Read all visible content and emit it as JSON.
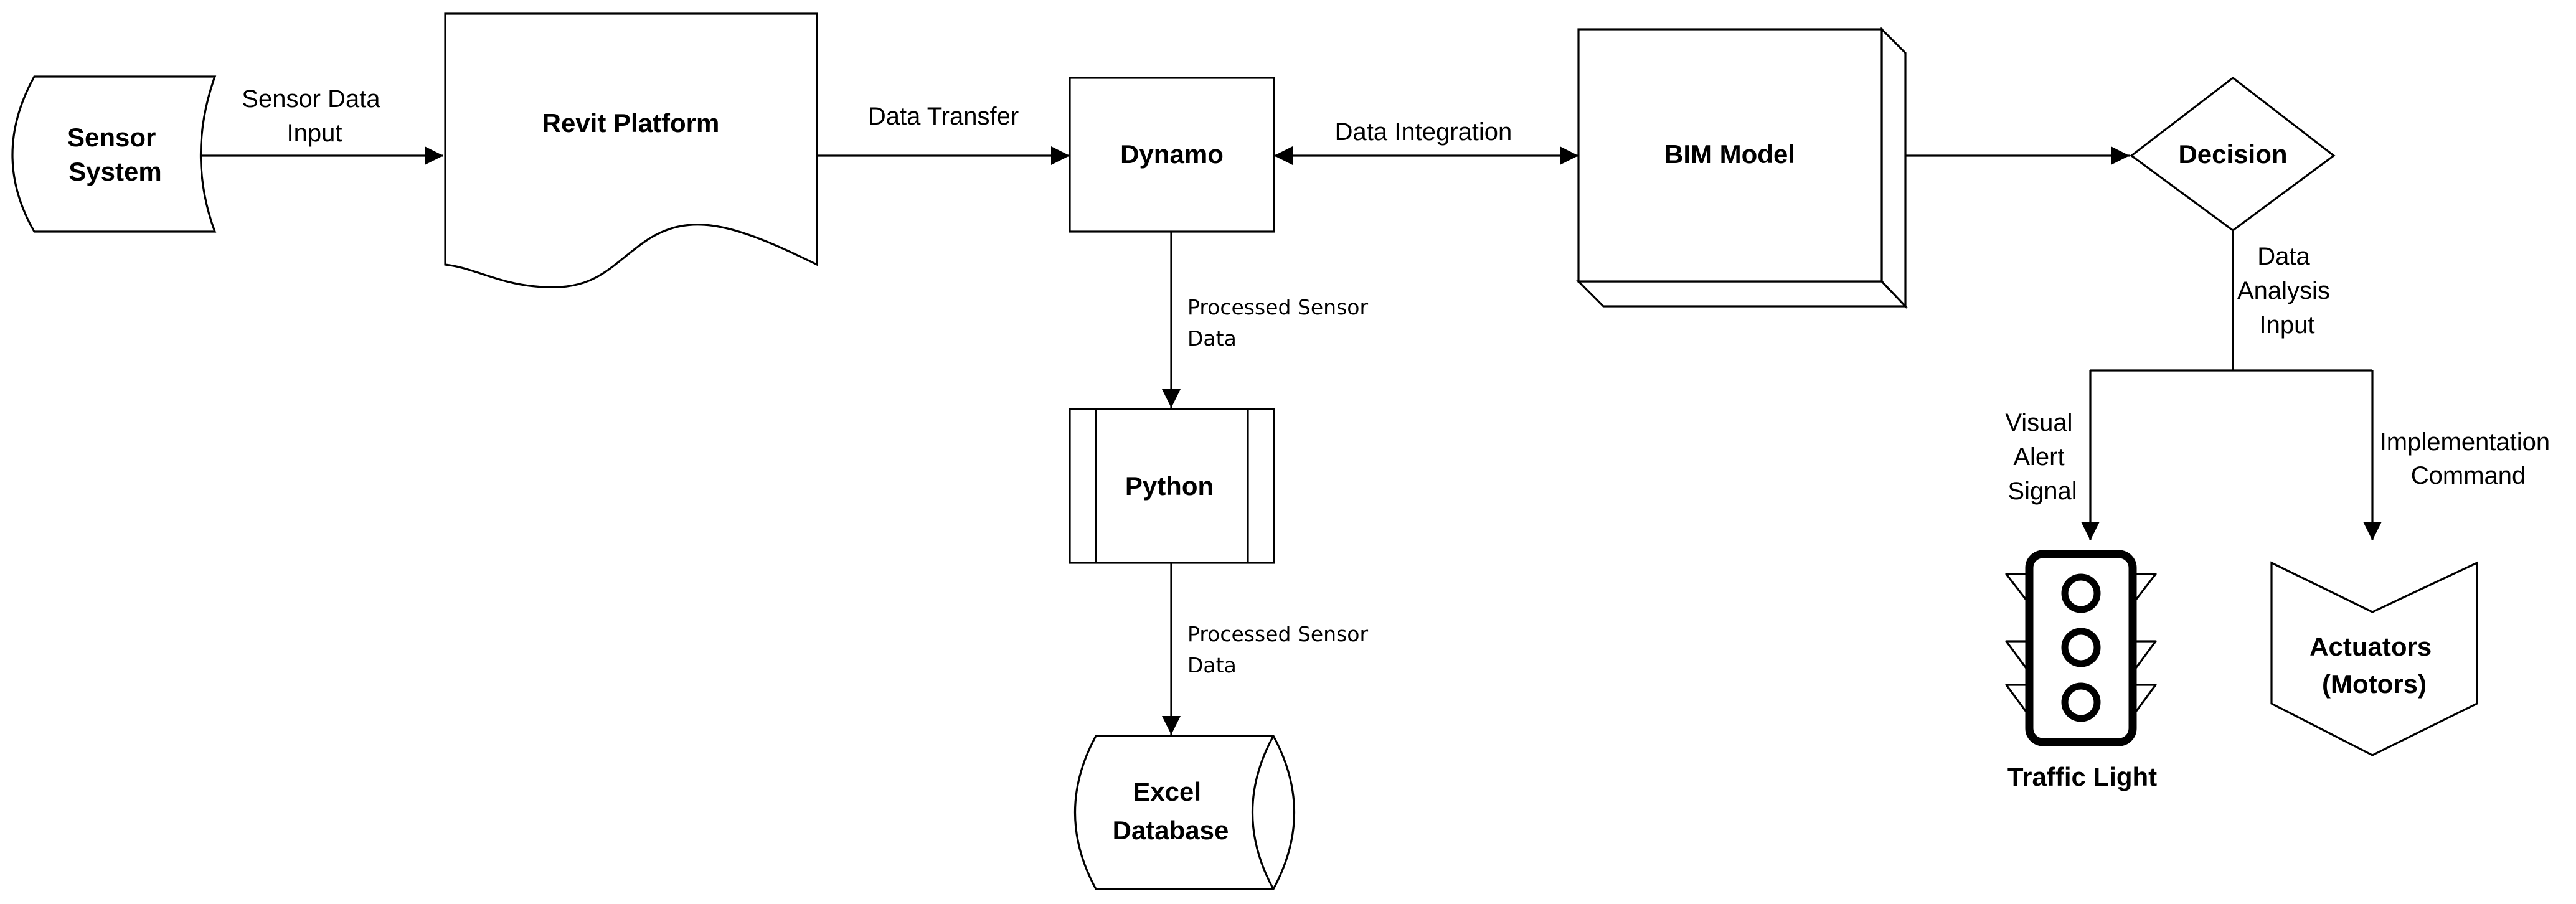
{
  "nodes": {
    "sensor_system": [
      "Sensor",
      "System"
    ],
    "revit_platform": "Revit Platform",
    "dynamo": "Dynamo",
    "bim_model": "BIM Model",
    "decision": "Decision",
    "python": "Python",
    "excel_database": [
      "Excel",
      "Database"
    ],
    "traffic_light": "Traffic Light",
    "actuators": [
      "Actuators",
      "(Motors)"
    ]
  },
  "edges": {
    "sensor_data_input": [
      "Sensor Data",
      "Input"
    ],
    "data_transfer": "Data Transfer",
    "data_integration": "Data Integration",
    "processed_sensor_data_1": [
      "Processed Sensor",
      "Data"
    ],
    "processed_sensor_data_2": [
      "Processed Sensor",
      "Data"
    ],
    "data_analysis_input": [
      "Data",
      "Analysis",
      "Input"
    ],
    "visual_alert_signal": [
      "Visual",
      "Alert",
      "Signal"
    ],
    "implementation_command": [
      "Implementation",
      "Command"
    ]
  },
  "icons": {
    "traffic_light": "traffic-light-icon"
  },
  "colors": {
    "stroke": "#000000",
    "fill": "#ffffff"
  }
}
